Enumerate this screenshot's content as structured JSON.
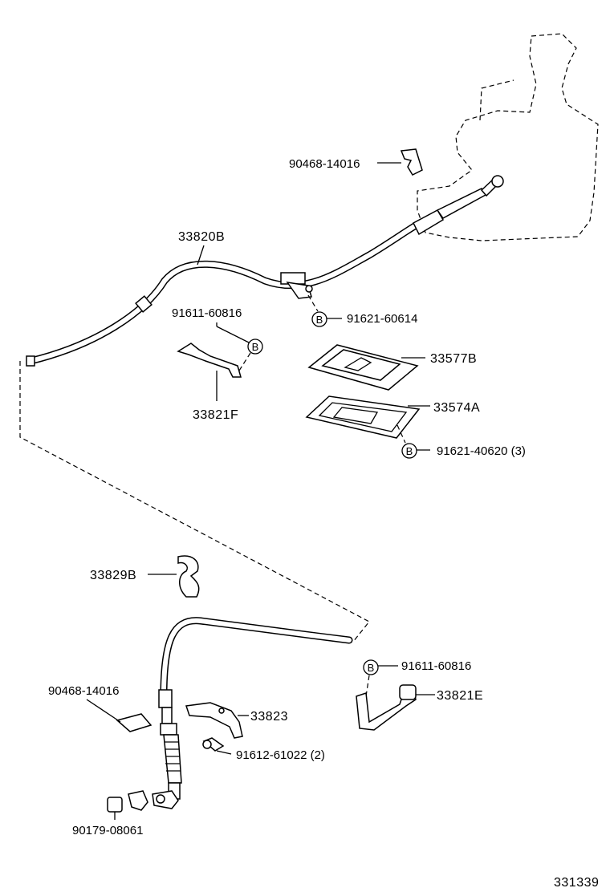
{
  "labels": {
    "p90468_top": "90468-14016",
    "p33820B": "33820B",
    "p91621_60614": "91621-60614",
    "p91611_top": "91611-60816",
    "p33577B": "33577B",
    "p33821F": "33821F",
    "p33574A": "33574A",
    "p91621_40620": "91621-40620 (3)",
    "p33829B": "33829B",
    "p91611_bottom": "91611-60816",
    "p90468_bottom": "90468-14016",
    "p33821E": "33821E",
    "p33823": "33823",
    "p91612": "91612-61022 (2)",
    "p90179": "90179-08061",
    "diagram_number": "331339"
  },
  "callout_letter": "B",
  "colors": {
    "line": "#000000",
    "background": "#ffffff"
  }
}
